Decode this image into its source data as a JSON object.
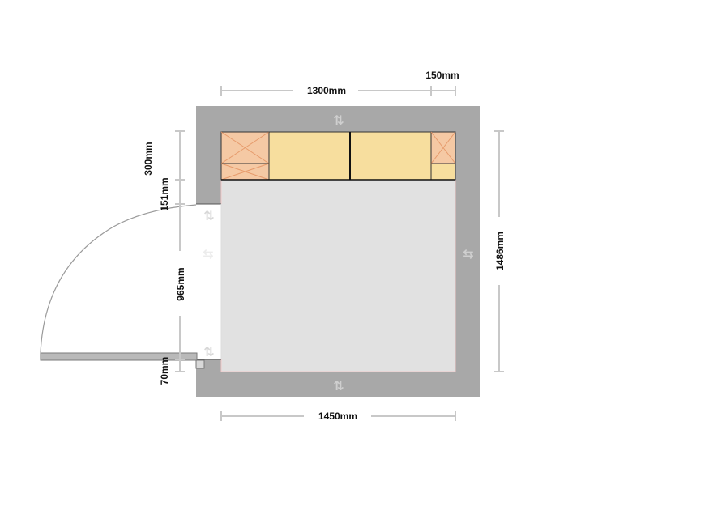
{
  "dimensions": {
    "top_width": "1300mm",
    "top_right_gap": "150mm",
    "left_top_segment": "300mm",
    "left_upper_segment": "151mm",
    "door_opening": "965mm",
    "left_bottom_segment": "70mm",
    "right_depth": "1486mm",
    "bottom_width": "1450mm"
  },
  "icons": {
    "swap_vertical": "⇅",
    "swap_horizontal": "⇆"
  },
  "colors": {
    "wall": "#a8a8a8",
    "floor": "#e1e1e1",
    "tall_unit": "#f5c9a4",
    "base_unit": "#f7de9e",
    "unit_cross": "#e69a6b",
    "dimension_line": "#c8c8c8",
    "door_outline": "#9a9a9a"
  }
}
